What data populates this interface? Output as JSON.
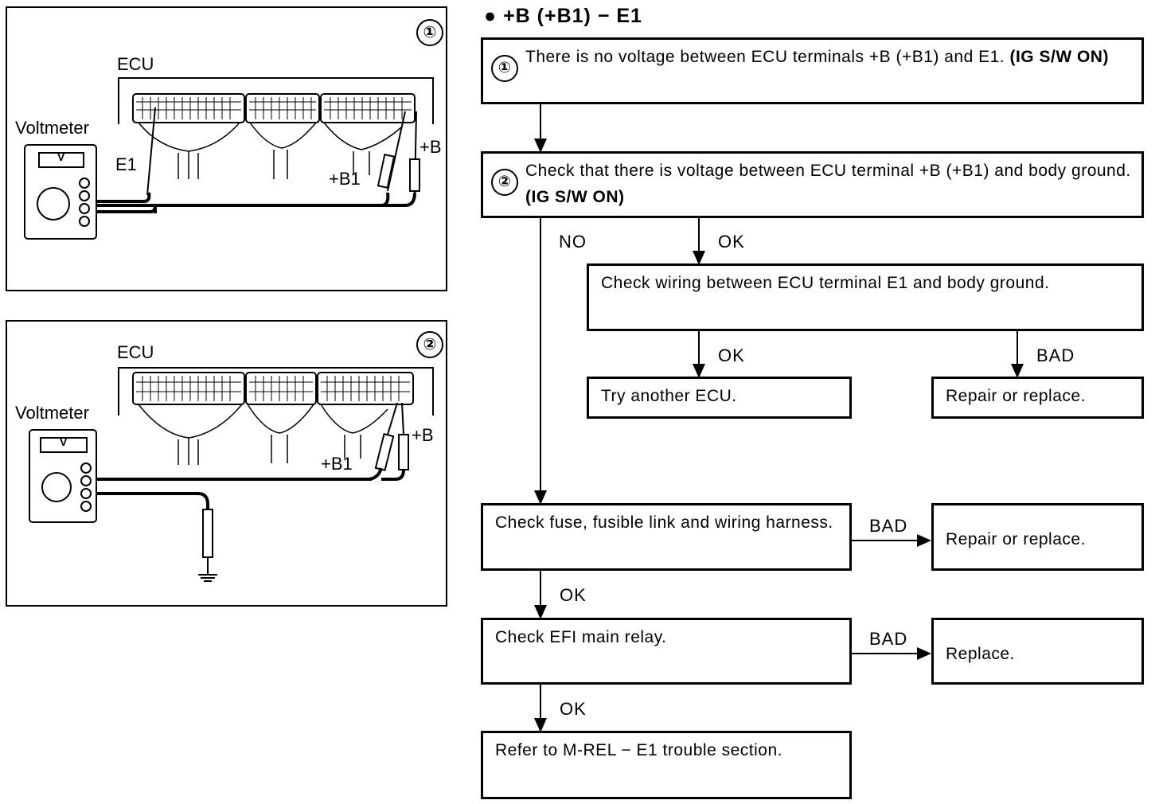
{
  "title": "+B (+B1) − E1",
  "panels": [
    {
      "number": "①",
      "ecu": "ECU",
      "voltmeter": "Voltmeter",
      "meter_symbol": "V",
      "e1": "E1",
      "b1": "+B1",
      "b": "+B"
    },
    {
      "number": "②",
      "ecu": "ECU",
      "voltmeter": "Voltmeter",
      "meter_symbol": "V",
      "b1": "+B1",
      "b": "+B"
    }
  ],
  "steps": {
    "s1": {
      "number": "①",
      "text": "There is no voltage between ECU terminals +B (+B1) and E1.",
      "bold": "(IG S/W ON)"
    },
    "s2": {
      "number": "②",
      "text": "Check that there is voltage between ECU terminal +B (+B1) and body ground.",
      "bold": "(IG S/W ON)"
    },
    "wiring": "Check wiring between ECU terminal E1 and body ground.",
    "try_ecu": "Try another ECU.",
    "repair1": "Repair or replace.",
    "fuse": "Check fuse, fusible link and wiring harness.",
    "repair2": "Repair or replace.",
    "relay": "Check EFI main relay.",
    "replace": "Replace.",
    "refer": "Refer to M-REL − E1 trouble section."
  },
  "flow_labels": {
    "no": "NO",
    "ok_wiring": "OK",
    "ok_try": "OK",
    "bad_repair1": "BAD",
    "bad_fuse": "BAD",
    "ok_fuse": "OK",
    "bad_relay": "BAD",
    "ok_relay": "OK"
  }
}
